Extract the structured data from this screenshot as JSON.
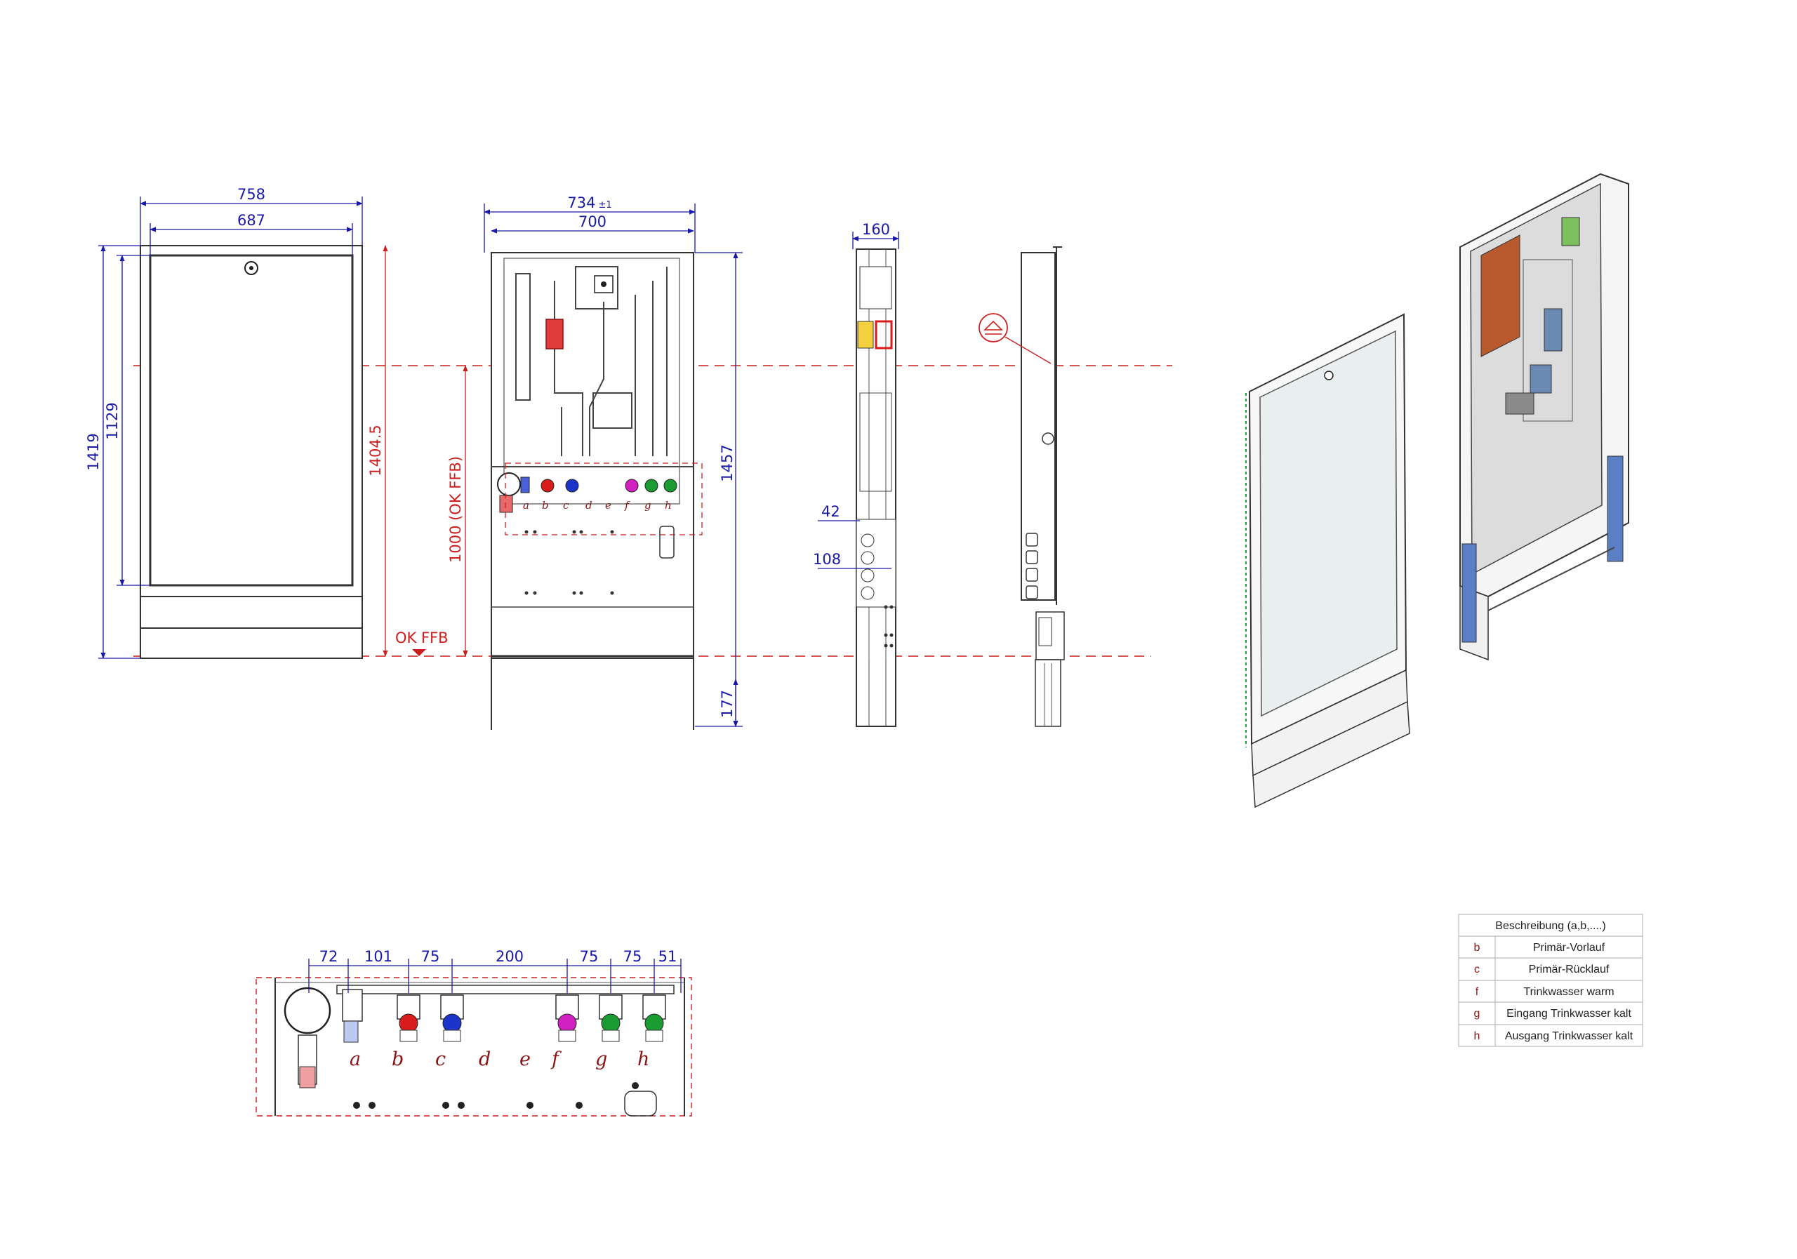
{
  "front_view": {
    "outer_width": "758",
    "inner_width": "687",
    "total_height": "1419",
    "door_height": "1129",
    "height_red": "1404.5"
  },
  "side_view_front": {
    "width_top": "734",
    "width_tol": "±1",
    "inner_width": "700",
    "height": "1457",
    "install_height": "1000 (OK FFB)",
    "foot_height": "177",
    "floor_label": "OK FFB"
  },
  "side_view": {
    "depth": "160",
    "dim_42": "42",
    "dim_108": "108"
  },
  "ports_front": [
    "a",
    "b",
    "c",
    "d",
    "e",
    "f",
    "g",
    "h"
  ],
  "plan_view": {
    "spacing": [
      "72",
      "101",
      "75",
      "200",
      "75",
      "75",
      "51"
    ],
    "ports": [
      "a",
      "b",
      "c",
      "d",
      "e",
      "f",
      "g",
      "h"
    ]
  },
  "legend": {
    "header": "Beschreibung (a,b,....)",
    "rows": [
      {
        "key": "b",
        "label": "Primär-Vorlauf"
      },
      {
        "key": "c",
        "label": "Primär-Rücklauf"
      },
      {
        "key": "f",
        "label": "Trinkwasser warm"
      },
      {
        "key": "g",
        "label": "Eingang Trinkwasser kalt"
      },
      {
        "key": "h",
        "label": "Ausgang Trinkwasser kalt"
      }
    ]
  },
  "colors": {
    "dimension": "#1a1aa8",
    "reference": "#cc1f1f",
    "hot": "#d81b1b",
    "return": "#1d34c8",
    "warm_water": "#d21fbf",
    "cold_water": "#1a9c33"
  }
}
